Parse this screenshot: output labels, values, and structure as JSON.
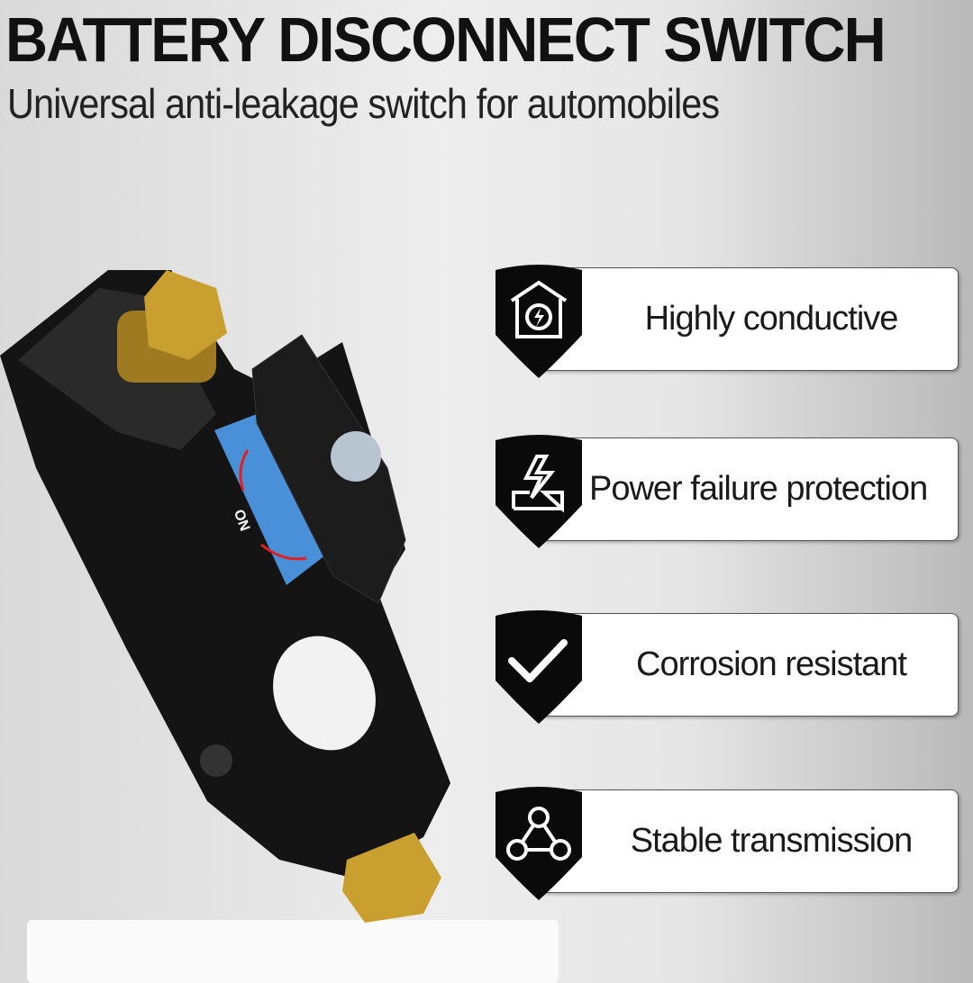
{
  "header": {
    "title": "BATTERY DISCONNECT SWITCH",
    "subtitle": "Universal anti-leakage switch for automobiles"
  },
  "features": [
    {
      "label": "Highly conductive",
      "icon": "house-lightning-icon"
    },
    {
      "label": "Power failure protection",
      "icon": "lightning-ground-icon"
    },
    {
      "label": "Corrosion resistant",
      "icon": "checkmark-icon"
    },
    {
      "label": "Stable transmission",
      "icon": "network-nodes-icon"
    }
  ],
  "product": {
    "switch_label": "ON"
  },
  "colors": {
    "shield": "#0a0a0a",
    "switch_plate": "#4a90d9",
    "arrow": "#e02020",
    "brass": "#c9a030"
  }
}
